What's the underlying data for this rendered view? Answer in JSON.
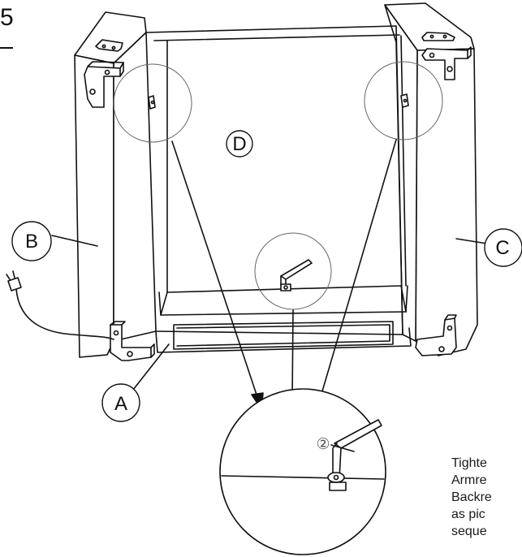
{
  "step_number": "5",
  "callouts": {
    "a": "A",
    "b": "B",
    "c": "C",
    "d": "D"
  },
  "part_number": "②",
  "instructions": [
    "Tighte",
    "Armre",
    "Backre",
    "as pic",
    "seque"
  ],
  "colors": {
    "line": "#111111",
    "detail_circle": "#666666",
    "background": "#ffffff"
  }
}
